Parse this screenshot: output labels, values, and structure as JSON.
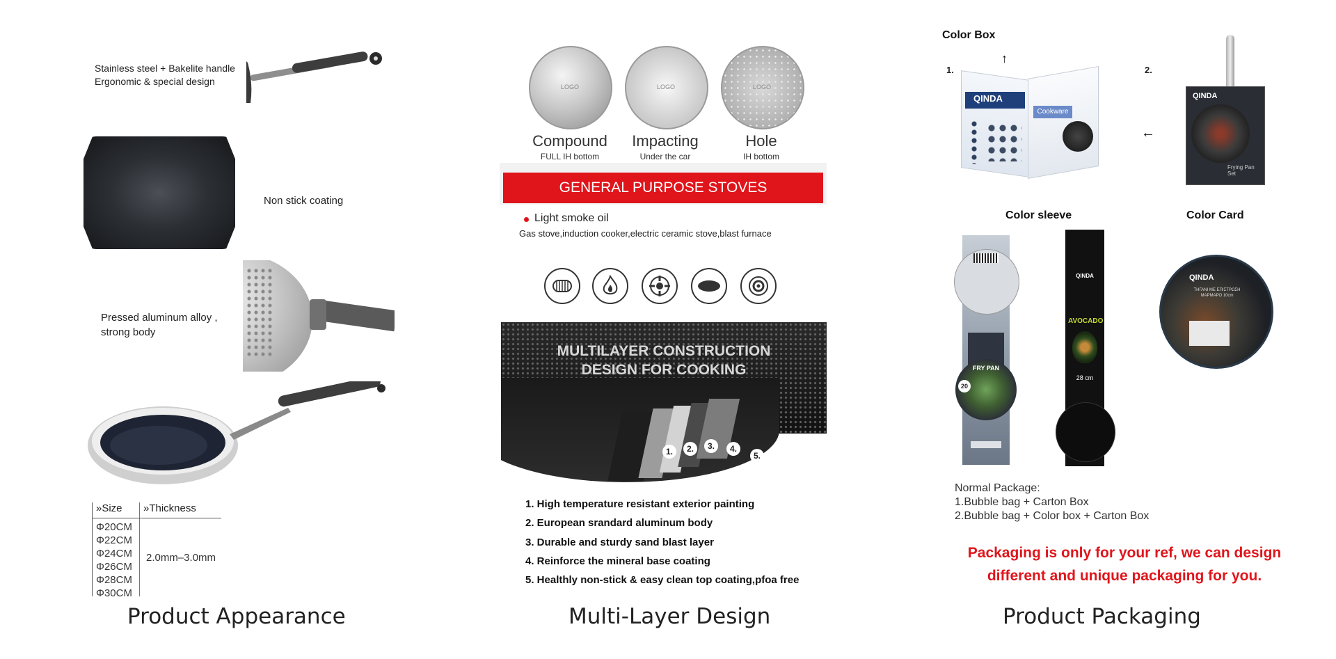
{
  "panel1": {
    "handle_note": "Stainless steel + Bakelite handle",
    "handle_note2": "Ergonomic & special design",
    "coating_note": "Non stick coating",
    "body_note": "Pressed aluminum alloy ,",
    "body_note2": "strong body",
    "table": {
      "size_header": "»Size",
      "thickness_header": "»Thickness",
      "sizes": [
        "Φ20CM",
        "Φ22CM",
        "Φ24CM",
        "Φ26CM",
        "Φ28CM",
        "Φ30CM"
      ],
      "thickness": "2.0mm–3.0mm"
    },
    "caption": "Product Appearance"
  },
  "panel2": {
    "bottoms": [
      {
        "title": "Compound",
        "sub": "FULL IH bottom",
        "logo": "LOGO"
      },
      {
        "title": "Impacting",
        "sub": "Under the car",
        "logo": "LOGO"
      },
      {
        "title": "Hole",
        "sub": "IH bottom",
        "logo": "LOGO"
      }
    ],
    "banner": "GENERAL PURPOSE STOVES",
    "bullet": "Light smoke oil",
    "stoves_line": "Gas stove,induction cooker,electric ceramic stove,blast furnace",
    "stove_icons": [
      "induction-coil-icon",
      "flame-icon",
      "gas-burner-icon",
      "ceramic-plate-icon",
      "hot-plate-icon"
    ],
    "construction_title1": "MULTILAYER CONSTRUCTION",
    "construction_title2": "DESIGN FOR COOKING",
    "layer_numbers": [
      "1.",
      "2.",
      "3.",
      "4.",
      "5."
    ],
    "features": [
      "1. High temperature resistant exterior painting",
      "2. European srandard aluminum body",
      "3. Durable and sturdy sand blast layer",
      "4. Reinforce the mineral base coating",
      "5. Healthly non-stick & easy clean top coating,pfoa free"
    ],
    "caption": "Multi-Layer Design"
  },
  "panel3": {
    "color_box": "Color Box",
    "num1": "1.",
    "num2": "2.",
    "brand": "QINDA",
    "box_text": "Cookware",
    "box2_text": "Frying Pan",
    "box2_text2": "Set",
    "color_sleeve": "Color sleeve",
    "color_card": "Color Card",
    "sleeve1_text": "FRY PAN",
    "sleeve1_size": "20",
    "sleeve2_text": "AVOCADO",
    "sleeve2_size": "28 cm",
    "card_text1": "ΤΗΓΑΝΙ ΜΕ ΕΠΙΣΤΡΩΣΗ",
    "card_text2": "ΜΑΡΜΑΡΟ 10cm",
    "normal_package": "Normal Package:",
    "pkg1": "1.Bubble bag + Carton Box",
    "pkg2": "2.Bubble bag + Color box + Carton Box",
    "red_note1": "Packaging is only for your ref, we can design",
    "red_note2": "different and unique packaging for you.",
    "caption": "Product Packaging"
  },
  "colors": {
    "red": "#e0151b",
    "dark": "#1c1c1c"
  }
}
